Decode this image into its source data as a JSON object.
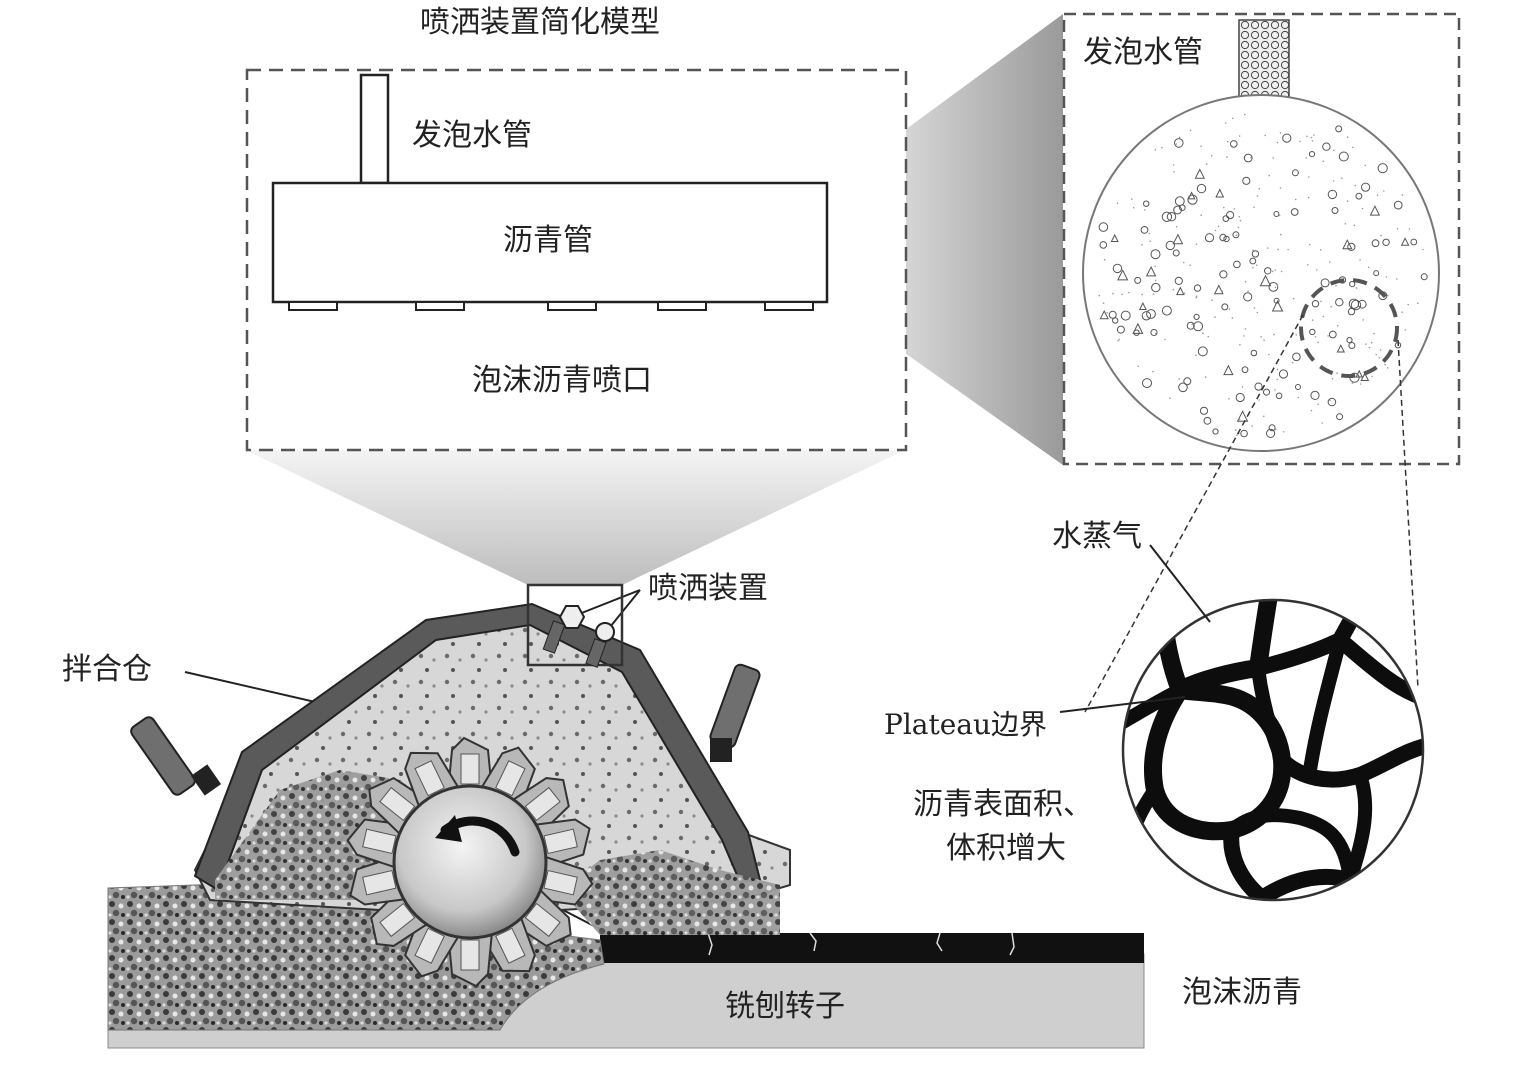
{
  "labels": {
    "title": "喷洒装置简化模型",
    "foam_water_pipe_left": "发泡水管",
    "asphalt_pipe": "沥青管",
    "foam_asphalt_nozzle": "泡沫沥青喷口",
    "foam_water_pipe_right": "发泡水管",
    "spray_device": "喷洒装置",
    "mixing_chamber": "拌合仓",
    "water_vapor": "水蒸气",
    "plateau_boundary": "Plateau边界",
    "surface_area_line1": "沥青表面积、",
    "surface_area_line2": "体积增大",
    "foam_asphalt": "泡沫沥青",
    "milling_rotor": "铣刨转子"
  },
  "colors": {
    "line": "#222222",
    "dash": "#555555",
    "machine_dark": "#5a5a5a",
    "machine_light": "#d6d6d6",
    "asphalt_black": "#111111",
    "road_base": "#cfcfcf",
    "projection": "#e2e2e2"
  },
  "icons": {
    "rotation": "rotation-arrow-icon"
  }
}
